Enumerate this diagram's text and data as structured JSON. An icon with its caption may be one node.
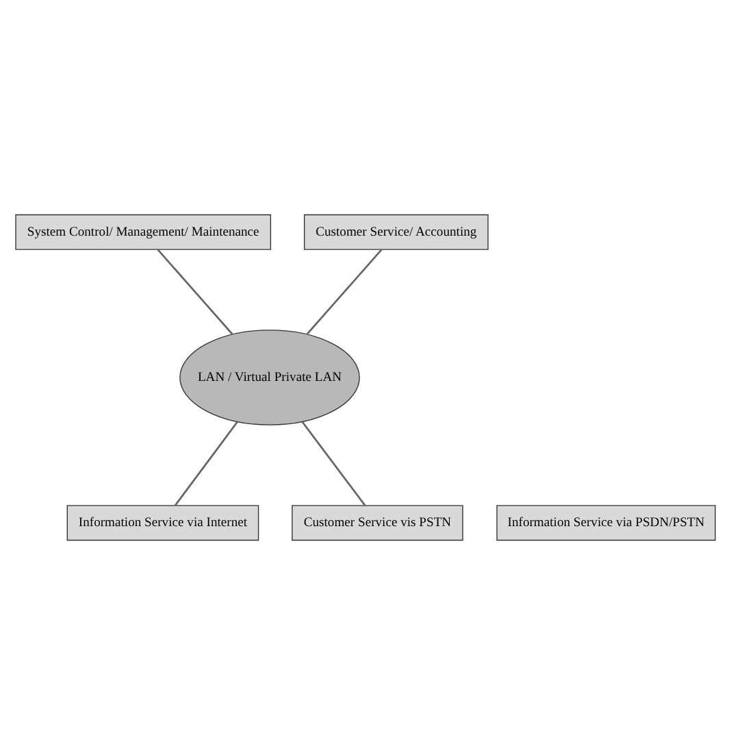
{
  "diagram": {
    "nodes": [
      {
        "text": [
          "System Control/ Management/ Maintenance"
        ]
      },
      {
        "text": [
          "Customer Service/ Accounting"
        ]
      },
      {
        "text": [
          "LAN / Virtual Private LAN"
        ]
      },
      {
        "text": [
          "Information Service via Internet"
        ]
      },
      {
        "text": [
          "Information Service via PSDN/PSTN"
        ]
      },
      {
        "text": [
          "Customer Service vis PSTN"
        ]
      }
    ],
    "edges": [
      {
        "from": 0,
        "to": 2,
        "arrow": "none"
      },
      {
        "from": 1,
        "to": 2,
        "arrow": "none"
      },
      {
        "from": 2,
        "to": 3,
        "arrow": "none"
      },
      {
        "from": 2,
        "to": 5,
        "arrow": "none"
      }
    ]
  }
}
